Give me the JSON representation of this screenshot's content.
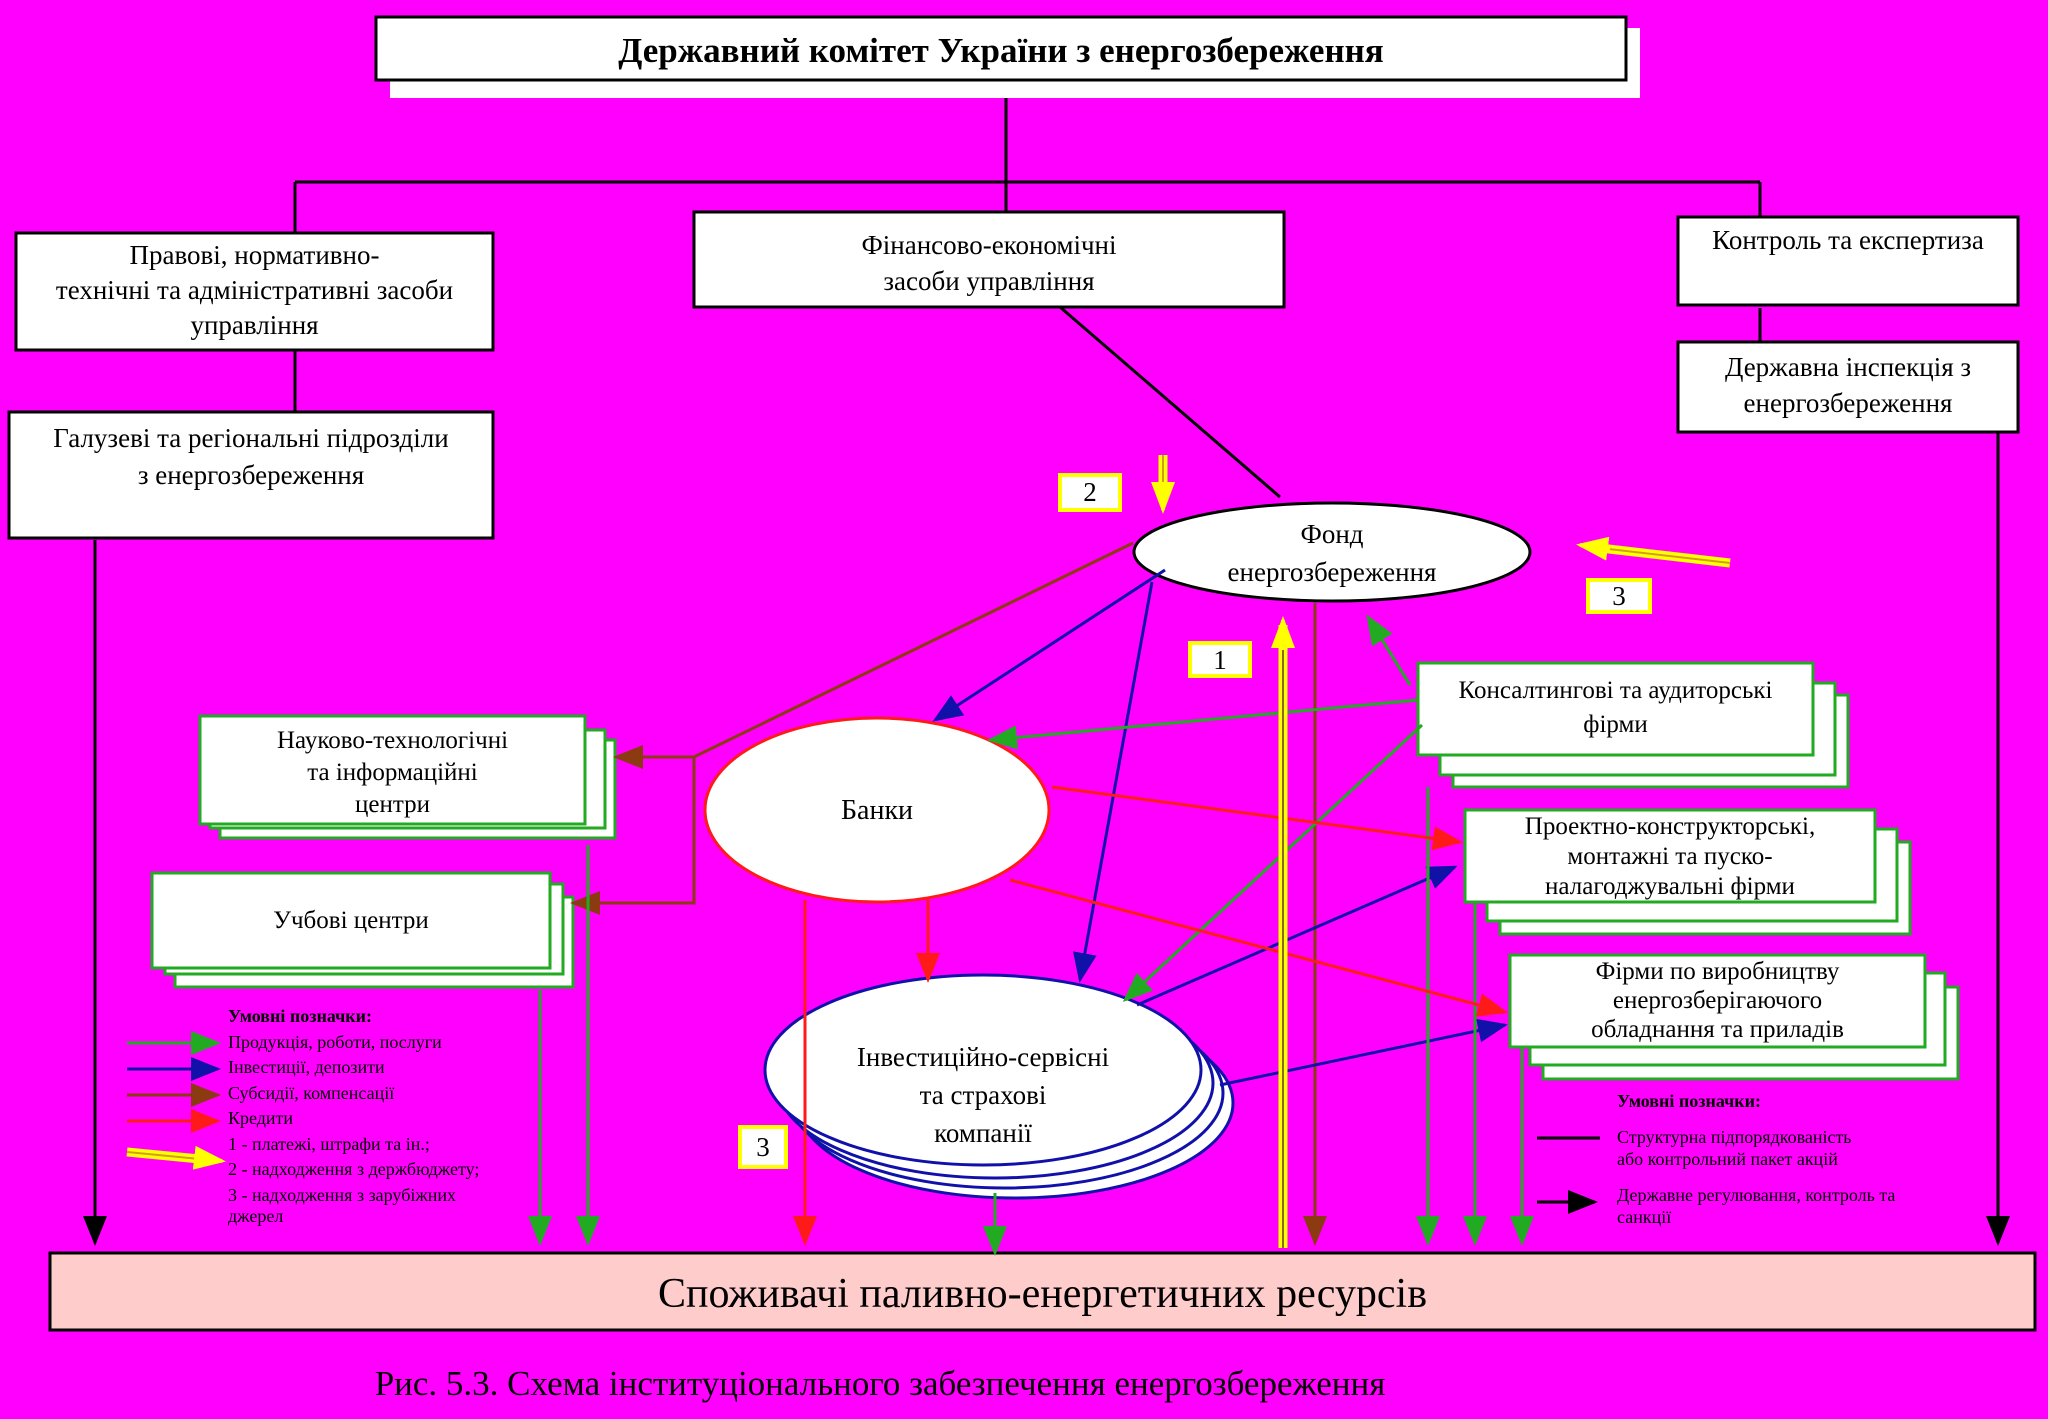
{
  "colors": {
    "background": "#ff00ff",
    "products": "#22aa22",
    "investments": "#1111aa",
    "subsidies": "#8b3a12",
    "credits": "#ff1a1a",
    "payments": "#ffff00",
    "consumers_fill": "#ffcccc"
  },
  "nodes": {
    "committee": "Державний комітет України з енергозбереження",
    "legal": [
      "Правові, нормативно-",
      "технічні та адміністративні засоби",
      "управління"
    ],
    "financial": [
      "Фінансово-економічні",
      "засоби управління"
    ],
    "control": "Контроль та експертиза",
    "inspection": [
      "Державна інспекція з",
      "енергозбереження"
    ],
    "branches": [
      "Галузеві та регіональні підрозділи",
      "з енергозбереження"
    ],
    "fund": [
      "Фонд",
      "енергозбереження"
    ],
    "sci_centers": [
      "Науково-технологічні",
      "та інформаційні",
      "центри"
    ],
    "training": "Учбові центри",
    "banks": "Банки",
    "investment": [
      "Інвестиційно-сервісні",
      "та страхові",
      "компанії"
    ],
    "consulting": [
      "Консалтингові та аудиторські",
      "фірми"
    ],
    "design": [
      "Проектно-конструкторські,",
      "монтажні та пуско-",
      "налагоджувальні фірми"
    ],
    "manufacturing": [
      "Фірми по виробництву",
      "енергозберігаючого",
      "обладнання та приладів"
    ],
    "consumers": "Споживачі паливно-енергетичних ресурсів"
  },
  "markers": {
    "one": "1",
    "two": "2",
    "three_a": "3",
    "three_b": "3"
  },
  "legend_left": {
    "title": "Умовні позначки:",
    "items": [
      "Продукція, роботи, послуги",
      "Інвестиції, депозити",
      "Субсидії, компенсації",
      "Кредити"
    ],
    "yellow": [
      "1 - платежі, штрафи та ін.;",
      "2 - надходження з держбюджету;",
      "3 - надходження з зарубіжних",
      "джерел"
    ]
  },
  "legend_right": {
    "title": "Умовні позначки:",
    "line": [
      "Структурна підпорядкованість",
      "або контрольний пакет акцій"
    ],
    "arrow": [
      "Державне регулювання, контроль та",
      "санкції"
    ]
  },
  "caption": "Рис. 5.3. Схема інституціонального забезпечення енергозбереження"
}
